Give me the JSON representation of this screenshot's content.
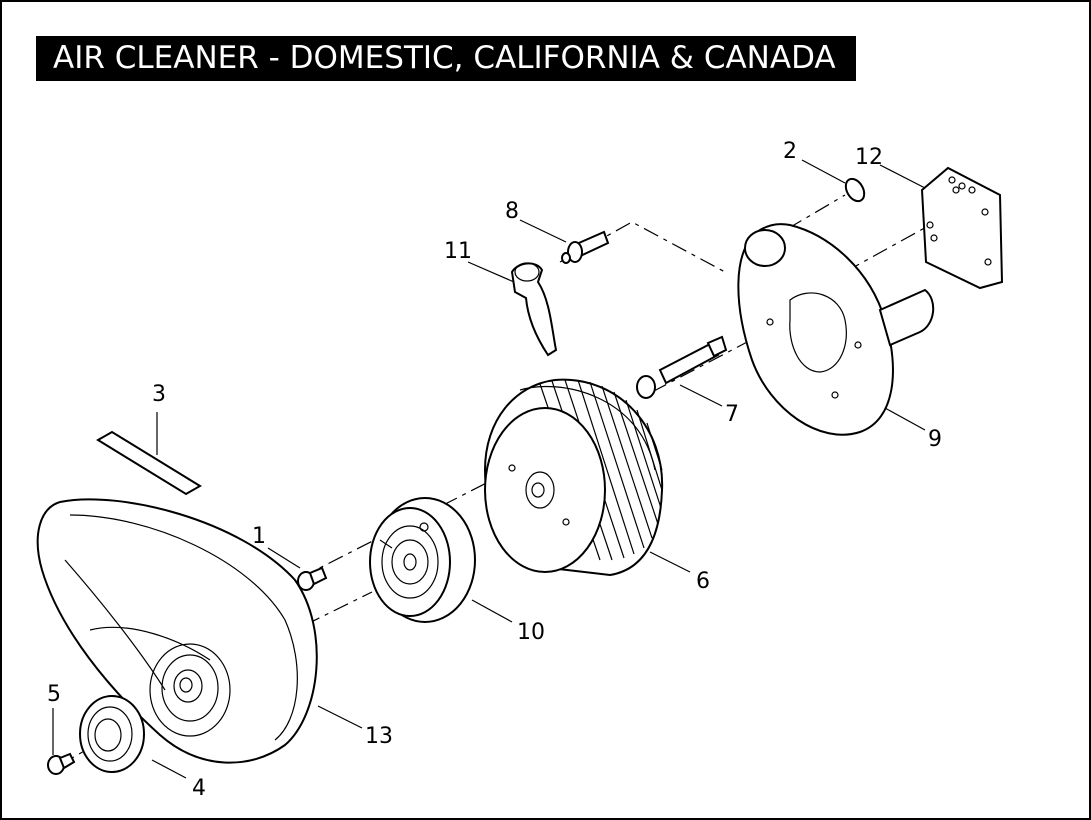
{
  "title": "AIR CLEANER - DOMESTIC, CALIFORNIA & CANADA",
  "callouts": {
    "c1": "1",
    "c2": "2",
    "c3": "3",
    "c4": "4",
    "c5": "5",
    "c6": "6",
    "c7": "7",
    "c8": "8",
    "c9": "9",
    "c10": "10",
    "c11": "11",
    "c12": "12",
    "c13": "13"
  }
}
